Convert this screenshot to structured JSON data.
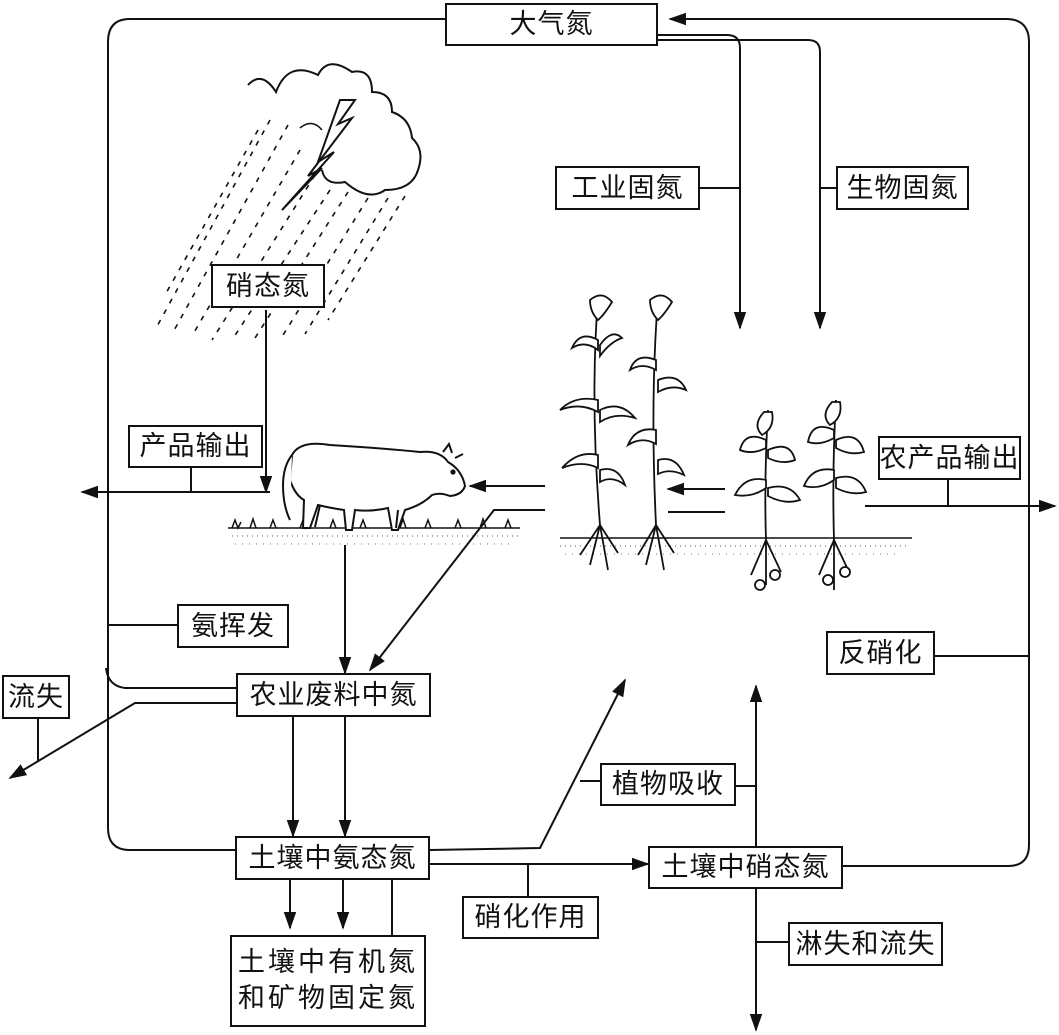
{
  "labels": {
    "atmospheric_n": "大气氮",
    "industrial_fixation": "工业固氮",
    "biological_fixation": "生物固氮",
    "nitrate_n": "硝态氮",
    "product_export": "产品输出",
    "farm_product_export": "农产品输出",
    "ammonia_volatilization": "氨挥发",
    "runoff_loss": "流失",
    "agri_waste_n": "农业废料中氮",
    "denitrification": "反硝化",
    "plant_uptake": "植物吸收",
    "soil_ammonium_n": "土壤中氨态氮",
    "soil_nitrate_n": "土壤中硝态氮",
    "nitrification": "硝化作用",
    "leaching_runoff": "淋失和流失",
    "soil_organic_n_line1": "土壤中有机氮",
    "soil_organic_n_line2": "和矿物固定氮"
  },
  "colors": {
    "stroke": "#111111",
    "background": "#ffffff"
  }
}
